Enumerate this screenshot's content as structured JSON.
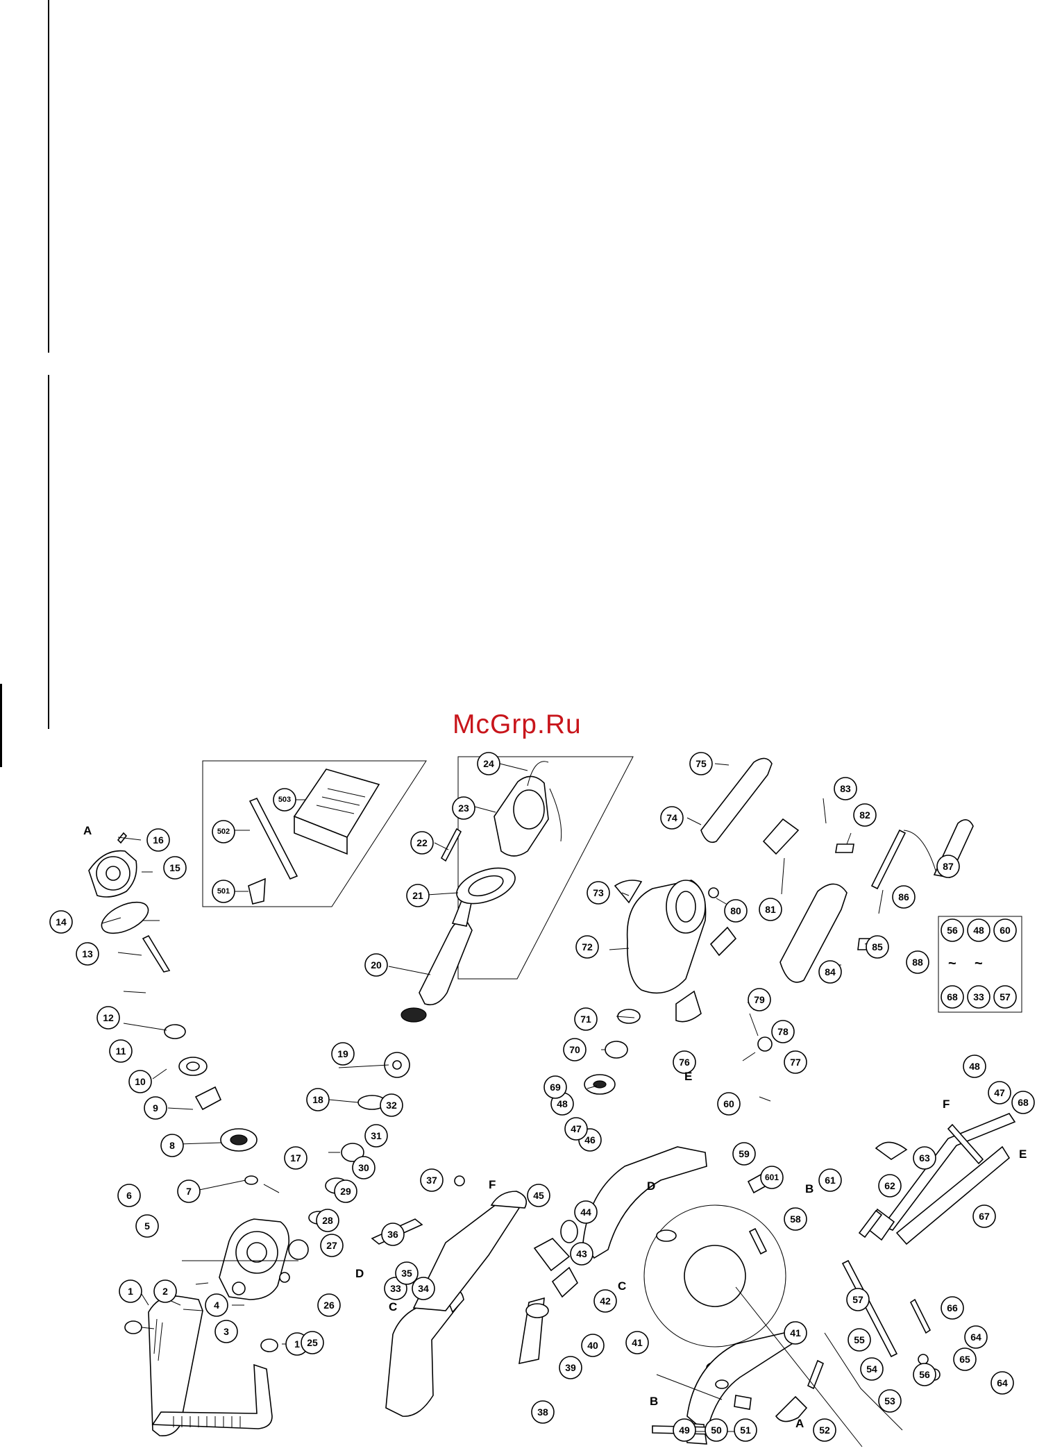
{
  "watermark": "McGrp.Ru",
  "parts": {
    "p1a": "1",
    "p1b": "1",
    "p2": "2",
    "p3": "3",
    "p4": "4",
    "p5": "5",
    "p6": "6",
    "p7": "7",
    "p8": "8",
    "p9": "9",
    "p10": "10",
    "p11": "11",
    "p12": "12",
    "p13": "13",
    "p14": "14",
    "p15": "15",
    "p16": "16",
    "p17": "17",
    "p18": "18",
    "p19": "19",
    "p20": "20",
    "p21": "21",
    "p22": "22",
    "p23": "23",
    "p24": "24",
    "p25": "25",
    "p26": "26",
    "p27": "27",
    "p28": "28",
    "p29": "29",
    "p30": "30",
    "p31": "31",
    "p32": "32",
    "p33": "33",
    "p34": "34",
    "p35": "35",
    "p36": "36",
    "p37": "37",
    "p38": "38",
    "p39": "39",
    "p40": "40",
    "p41a": "41",
    "p41b": "41",
    "p42": "42",
    "p43": "43",
    "p44": "44",
    "p45": "45",
    "p46": "46",
    "p47a": "47",
    "p47b": "47",
    "p48a": "48",
    "p48b": "48",
    "p49": "49",
    "p50": "50",
    "p51": "51",
    "p52": "52",
    "p53": "53",
    "p54": "54",
    "p55": "55",
    "p56": "56",
    "p57": "57",
    "p58": "58",
    "p59": "59",
    "p60": "60",
    "p61": "61",
    "p62": "62",
    "p63": "63",
    "p64a": "64",
    "p64b": "64",
    "p65": "65",
    "p66": "66",
    "p67": "67",
    "p68": "68",
    "p69": "69",
    "p70": "70",
    "p71": "71",
    "p72": "72",
    "p73": "73",
    "p74": "74",
    "p75": "75",
    "p76": "76",
    "p77": "77",
    "p78": "78",
    "p79": "79",
    "p80": "80",
    "p81": "81",
    "p82": "82",
    "p83": "83",
    "p84": "84",
    "p85": "85",
    "p86": "86",
    "p87": "87",
    "p88": "88",
    "p501": "501",
    "p502": "502",
    "p503": "503",
    "p601": "601"
  },
  "set88": {
    "a": "56",
    "b": "68",
    "c": "48",
    "d": "33",
    "e": "60",
    "f": "57",
    "tilde1": "~",
    "tilde2": "~"
  },
  "letters": {
    "A1": "A",
    "A2": "A",
    "B1": "B",
    "B2": "B",
    "C1": "C",
    "C2": "C",
    "D1": "D",
    "D2": "D",
    "E1": "E",
    "E2": "E",
    "F1": "F",
    "F2": "F"
  }
}
